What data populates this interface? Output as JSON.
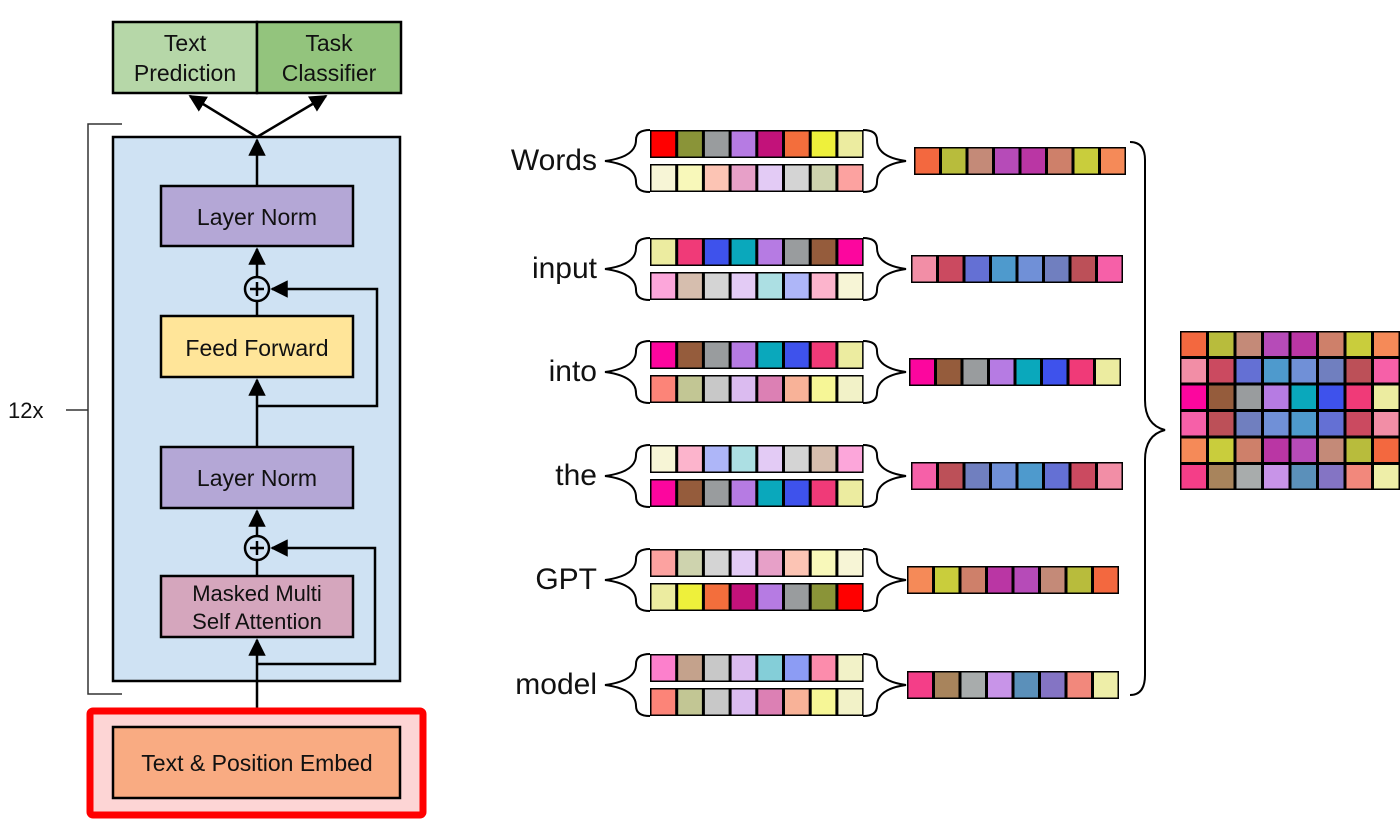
{
  "architecture": {
    "outputs": [
      {
        "label_line1": "Text",
        "label_line2": "Prediction",
        "color": "#b6d7a8"
      },
      {
        "label_line1": "Task",
        "label_line2": "Classifier",
        "color": "#93c47d"
      }
    ],
    "repeat_label": "12x",
    "block_color": "#cfe2f3",
    "layers": {
      "layer_norm_top": {
        "label": "Layer Norm",
        "color": "#b4a7d6"
      },
      "feed_forward": {
        "label": "Feed Forward",
        "color": "#ffe599"
      },
      "layer_norm_bottom": {
        "label": "Layer Norm",
        "color": "#b4a7d6"
      },
      "attention": {
        "label_line1": "Masked Multi",
        "label_line2": "Self Attention",
        "color": "#d5a6bd"
      }
    },
    "embed": {
      "label": "Text & Position Embed",
      "color": "#f9ab82",
      "highlight_color": "#ff0000",
      "highlight_fill": "#fdd5d5"
    }
  },
  "tokens": [
    {
      "word": "Words",
      "text_embed": [
        "#ff0000",
        "#8a9438",
        "#999c9e",
        "#b67be3",
        "#c2127a",
        "#f36e3c",
        "#eef03b",
        "#ececa0"
      ],
      "pos_embed": [
        "#f7f5d6",
        "#f8f8ba",
        "#fcc4b4",
        "#e7a0c8",
        "#e3cbf5",
        "#d4d4d4",
        "#ced3ae",
        "#fca2a0"
      ],
      "combined": [
        "#f3683f",
        "#b8bc3c",
        "#c48a78",
        "#b64bb8",
        "#ba36a4",
        "#ce806a",
        "#c9cd3c",
        "#f58a58"
      ]
    },
    {
      "word": "input",
      "text_embed": [
        "#ececa0",
        "#f03a78",
        "#3e52ec",
        "#0aa8bc",
        "#b67be3",
        "#999c9e",
        "#955c3c",
        "#fc069e"
      ],
      "pos_embed": [
        "#fca6da",
        "#d6beae",
        "#d4d4d4",
        "#e3cbf5",
        "#acdfe3",
        "#aeb6f8",
        "#fcb4cc",
        "#f7f5d6"
      ],
      "combined": [
        "#f28ea6",
        "#cb4a60",
        "#6470d4",
        "#4e9acd",
        "#7090d7",
        "#707fbf",
        "#bc5058",
        "#f660a8"
      ]
    },
    {
      "word": "into",
      "text_embed": [
        "#fc069e",
        "#955c3c",
        "#999c9e",
        "#b67be3",
        "#0aa8bc",
        "#3e52ec",
        "#f03a78",
        "#ececa0"
      ],
      "pos_embed": [
        "#fc8478",
        "#c2c694",
        "#c8c8c8",
        "#dbbbf0",
        "#dc80b4",
        "#f8b298",
        "#f6f696",
        "#f2f2c8"
      ],
      "combined": [
        "#fc069e",
        "#955c3c",
        "#999c9e",
        "#b67be3",
        "#0aa8bc",
        "#3e52ec",
        "#f03a78",
        "#ececa0"
      ]
    },
    {
      "word": "the",
      "text_embed": [
        "#f7f5d6",
        "#fcb4cc",
        "#aeb6f8",
        "#acdfe3",
        "#e3cbf5",
        "#d4d4d4",
        "#d6beae",
        "#fca6da"
      ],
      "pos_embed": [
        "#fc069e",
        "#955c3c",
        "#999c9e",
        "#b67be3",
        "#0aa8bc",
        "#3e52ec",
        "#f03a78",
        "#ececa0"
      ],
      "combined": [
        "#f660a8",
        "#bc5058",
        "#707fbf",
        "#7090d7",
        "#4e9acd",
        "#6470d4",
        "#cb4a60",
        "#f28ea6"
      ]
    },
    {
      "word": "GPT",
      "text_embed": [
        "#fca2a0",
        "#ced3ae",
        "#d4d4d4",
        "#e3cbf5",
        "#e7a0c8",
        "#fcc4b4",
        "#f8f8ba",
        "#f7f5d6"
      ],
      "pos_embed": [
        "#ececa0",
        "#eef03b",
        "#f36e3c",
        "#c2127a",
        "#b67be3",
        "#999c9e",
        "#8a9438",
        "#ff0000"
      ],
      "combined": [
        "#f58a58",
        "#c9cd3c",
        "#ce806a",
        "#ba36a4",
        "#b64bb8",
        "#c48a78",
        "#b8bc3c",
        "#f3683f"
      ]
    },
    {
      "word": "model",
      "text_embed": [
        "#fc80cc",
        "#c4a28c",
        "#c8c8c8",
        "#dbbbf0",
        "#84ced8",
        "#8c9cf4",
        "#fc8cac",
        "#f2f2c8"
      ],
      "pos_embed": [
        "#fc8478",
        "#c2c694",
        "#c8c8c8",
        "#dbbbf0",
        "#dc80b4",
        "#f8b298",
        "#f6f696",
        "#f2f2c8"
      ],
      "combined": [
        "#f43e88",
        "#a8845c",
        "#a8acac",
        "#c894e8",
        "#5b90ba",
        "#8474c4",
        "#f2887c",
        "#eeeea8"
      ]
    }
  ]
}
